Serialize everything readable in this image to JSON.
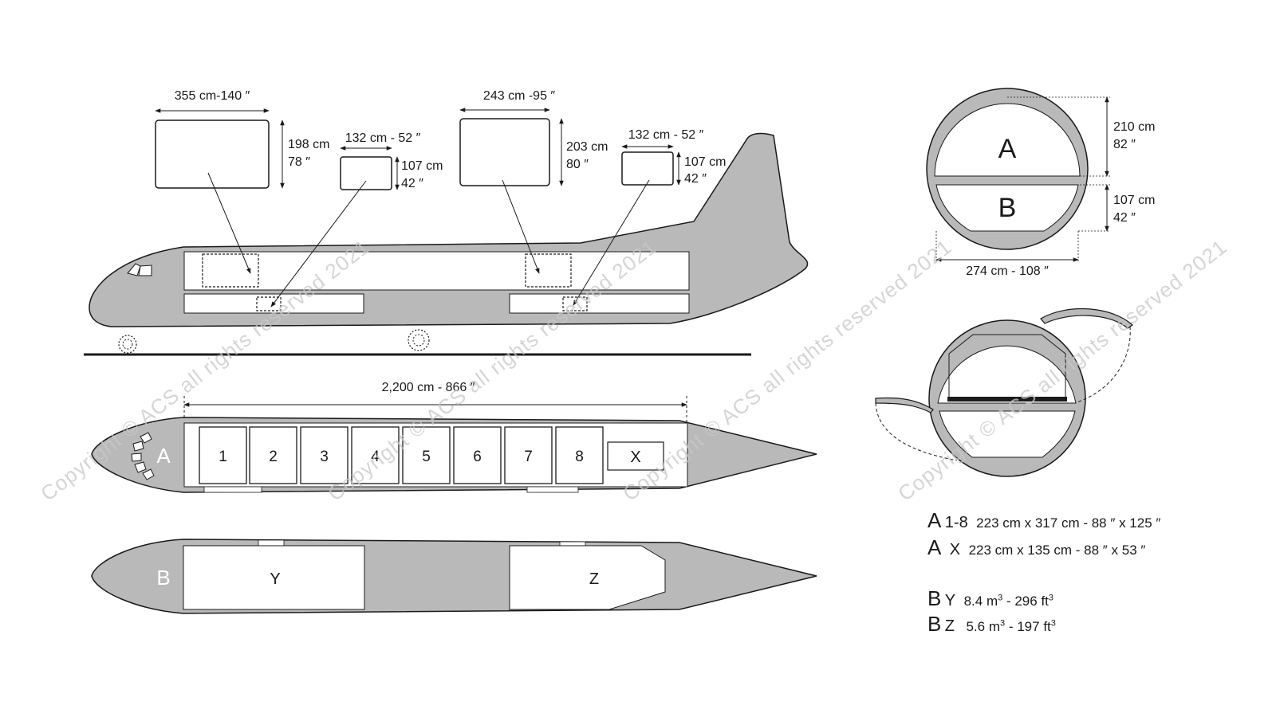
{
  "colors": {
    "fuselage": "#b9b9b9",
    "hold": "#ffffff",
    "line": "#1a1a1a",
    "watermark": "#c8c8c8"
  },
  "side_view": {
    "dims": {
      "pallet1_width": "355 cm-140 ″",
      "pallet1_h_cm": "198 cm",
      "pallet1_h_in": "78 ″",
      "box1_width": "132 cm - 52 ″",
      "box1_h_cm": "107 cm",
      "box1_h_in": "42 ″",
      "pallet2_width": "243 cm -95 ″",
      "pallet2_h_cm": "203 cm",
      "pallet2_h_in": "80 ″",
      "box2_width": "132 cm - 52 ″",
      "box2_h_cm": "107 cm",
      "box2_h_in": "42 ″"
    }
  },
  "upper_deck": {
    "length": "2,200 cm - 866 ″",
    "deck_letter": "A",
    "positions": [
      "1",
      "2",
      "3",
      "4",
      "5",
      "6",
      "7",
      "8"
    ],
    "extra_position": "X"
  },
  "lower_deck": {
    "deck_letter": "B",
    "compartments": [
      "Y",
      "Z"
    ]
  },
  "cross_section": {
    "upper_letter": "A",
    "lower_letter": "B",
    "upper_h_cm": "210 cm",
    "upper_h_in": "82 ″",
    "lower_h_cm": "107 cm",
    "lower_h_in": "42 ″",
    "width": "274 cm - 108 ″"
  },
  "legend": {
    "a18_letter": "A",
    "a18_pos": "1-8",
    "a18_dims": "223 cm x 317 cm - 88 ″ x 125 ″",
    "ax_letter": "A",
    "ax_pos": "X",
    "ax_dims": "223 cm x 135 cm - 88 ″ x 53 ″",
    "by_letter": "B",
    "by_pos": "Y",
    "by_vol_m": "8.4 m",
    "by_vol_ft": " - 296 ft",
    "bz_letter": "B",
    "bz_pos": "Z",
    "bz_vol_m": "5.6 m",
    "bz_vol_ft": " - 197 ft",
    "sup": "3"
  },
  "watermarks": [
    "Copyright © ACS all rights reserved 2021",
    "Copyright © ACS all rights reserved 2021",
    "Copyright © ACS all rights reserved 2021",
    "Copyright © ACS all rights reserved 2021"
  ]
}
